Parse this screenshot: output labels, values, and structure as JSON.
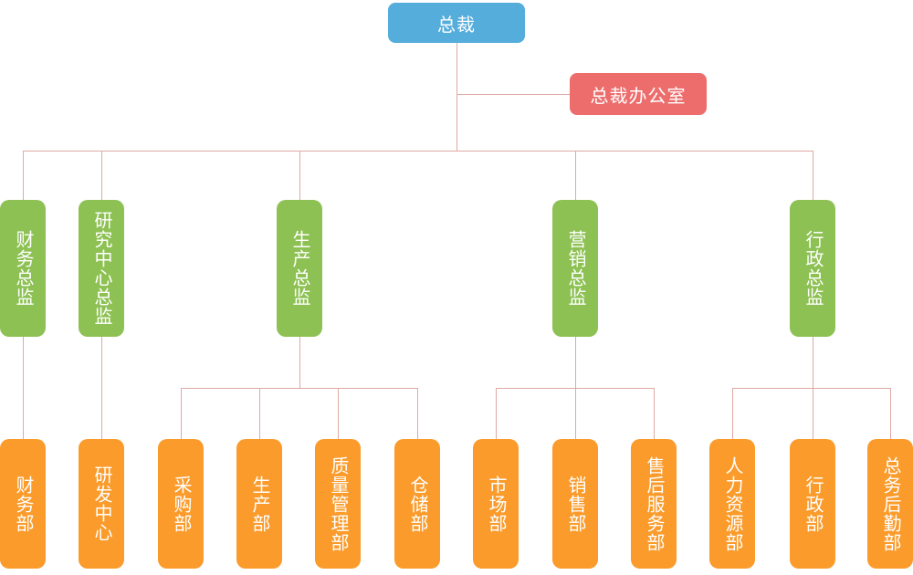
{
  "diagram": {
    "type": "org-chart",
    "colors": {
      "ceo_box": "#55addb",
      "office_box": "#ed6d6d",
      "director_box": "#8dc153",
      "department_box": "#fa9b2b",
      "connector_line": "#dfa9a4",
      "text": "#ffffff"
    },
    "nodes": {
      "ceo": {
        "label": "总裁"
      },
      "office": {
        "label": "总裁办公室"
      },
      "directors": [
        {
          "label": "财务总监"
        },
        {
          "label": "研究中心总监"
        },
        {
          "label": "生产总监"
        },
        {
          "label": "营销总监"
        },
        {
          "label": "行政总监"
        }
      ],
      "departments": [
        {
          "label": "财务部"
        },
        {
          "label": "研发中心"
        },
        {
          "label": "采购部"
        },
        {
          "label": "生产部"
        },
        {
          "label": "质量管理部"
        },
        {
          "label": "仓储部"
        },
        {
          "label": "市场部"
        },
        {
          "label": "销售部"
        },
        {
          "label": "售后服务部"
        },
        {
          "label": "人力资源部"
        },
        {
          "label": "行政部"
        },
        {
          "label": "总务后勤部"
        }
      ]
    },
    "hierarchy": {
      "ceo_children": [
        "财务总监",
        "研究中心总监",
        "生产总监",
        "营销总监",
        "行政总监"
      ],
      "ceo_staff": [
        "总裁办公室"
      ],
      "财务总监": [
        "财务部"
      ],
      "研究中心总监": [
        "研发中心"
      ],
      "生产总监": [
        "采购部",
        "生产部",
        "质量管理部",
        "仓储部"
      ],
      "营销总监": [
        "市场部",
        "销售部",
        "售后服务部"
      ],
      "行政总监": [
        "人力资源部",
        "行政部",
        "总务后勤部"
      ]
    }
  }
}
